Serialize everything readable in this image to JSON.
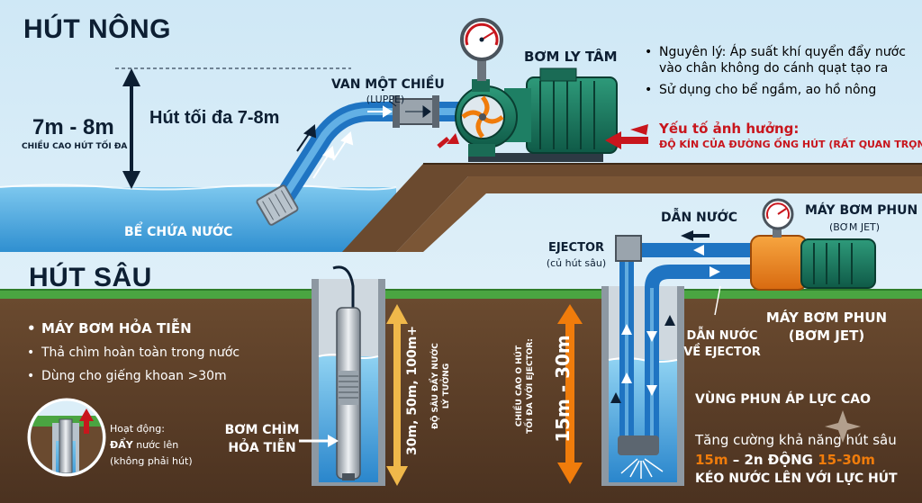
{
  "top": {
    "title": "HÚT NÔNG",
    "height_range": "7m - 8m",
    "height_caption": "CHIỀU CAO HÚT TỐI ĐA",
    "max_suction": "Hút tối đa 7-8m",
    "tank_label": "BỂ CHỨA NƯỚC",
    "check_valve_title": "VAN MỘT CHIỀU",
    "check_valve_sub": "(LUPPE)",
    "pump_label": "BƠM LY TÂM",
    "bullets": [
      "Nguyên lý: Áp suất khí quyển đẩy nước",
      "vào chân không do cánh quạt tạo ra",
      "Sử dụng cho bể ngầm, ao hồ nông"
    ],
    "factor_title": "Yếu tố ảnh hưởng:",
    "factor_text": "ĐỘ KÍN CỦA ĐƯỜNG ỐNG HÚT (RẤT QUAN TRỌNG)"
  },
  "bottom": {
    "title": "HÚT SÂU",
    "bullets": [
      "MÁY BƠM HỎA TIỄN",
      "Thả chìm hoàn toàn trong nước",
      "Dùng cho giếng khoan >30m"
    ],
    "operation_title": "Hoạt động:",
    "operation_bold": "ĐẨY",
    "operation_rest": " nước lên",
    "operation_note": "(không phải hút)",
    "submersible_line1": "BƠM CHÌM",
    "submersible_line2": "HỎA TIỄN",
    "well_depth": "30m, 50m, 100m+",
    "well_depth_label1": "ĐỘ SÂU ĐẨY NƯỚC",
    "well_depth_label2": "LÝ TƯỞNG",
    "ejector_title": "EJECTOR",
    "ejector_sub": "(củ hút sâu)",
    "water_out": "DẪN NƯỚC",
    "jet_pump_top1": "MÁY BƠM PHUN",
    "jet_pump_top2": "(BƠM JET)",
    "jet_pump_label1": "MÁY BƠM PHUN",
    "jet_pump_label2": "(BƠM JET)",
    "water_to_ejector1": "DẪN NƯỚC",
    "water_to_ejector2": "VỀ EJECTOR",
    "jet_depth": "15m - 30m",
    "jet_depth_label1": "CHIỀU CAO O HÚT",
    "jet_depth_label2": "TỐI ĐA VỚI EJECTOR:",
    "high_pressure": "VÙNG PHUN ÁP LỰC CAO",
    "boost_line": "Tăng cường khả năng hút sâu",
    "range_a": "15m",
    "range_mid": " – 2n ĐỘNG ",
    "range_b": "15-30m",
    "pull_line": "KÉO NƯỚC LÊN VỚI LỰC HÚT"
  }
}
